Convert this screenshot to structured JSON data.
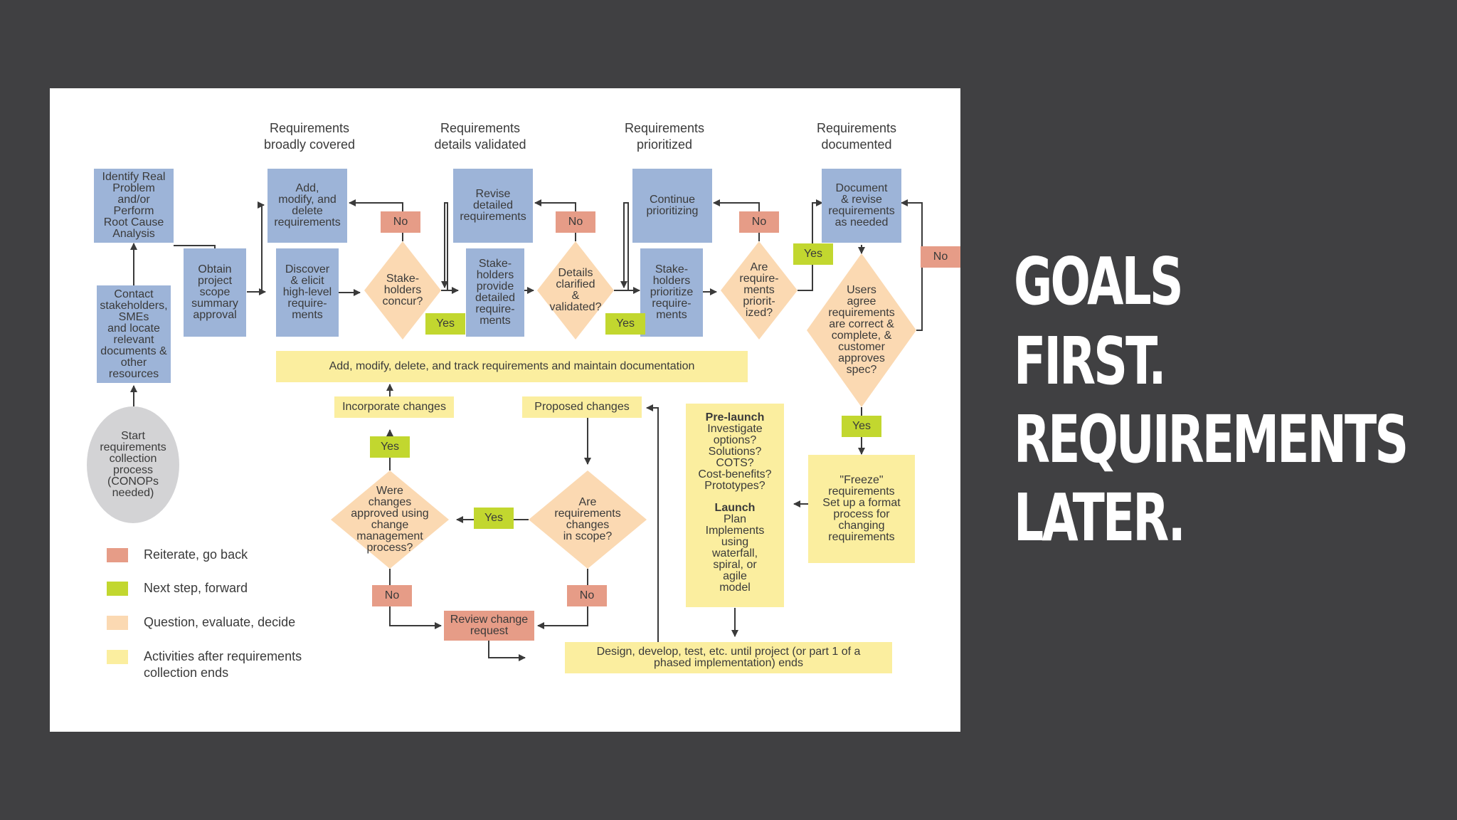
{
  "slide": {
    "heading_1": "GOALS FIRST.",
    "heading_2_line1": "REQUIREMENTS",
    "heading_2_line2": "LATER."
  },
  "flowchart": {
    "headers": {
      "broadly_covered": "Requirements\nbroadly covered",
      "details_validated": "Requirements\ndetails validated",
      "prioritized": "Requirements\nprioritized",
      "documented": "Requirements\ndocumented"
    },
    "nodes": {
      "identify": "Identify Real\nProblem\nand/or\nPerform\nRoot Cause\nAnalysis",
      "contact": "Contact\nstakeholders,\nSMEs\nand locate\nrelevant\ndocuments &\nother\nresources",
      "start": "Start\nrequirements\ncollection\nprocess\n(CONOPs\nneeded)",
      "obtain": "Obtain\nproject\nscope\nsummary\napproval",
      "add_modify": "Add,\nmodify, and\ndelete\nrequirements",
      "discover": "Discover\n& elicit\nhigh-level\nrequire-\nments",
      "concur": "Stake-\nholders\nconcur?",
      "revise": "Revise\ndetailed\nrequirements",
      "provide": "Stake-\nholders\nprovide\ndetailed\nrequire-\nments",
      "clarified": "Details\nclarified\n&\nvalidated?",
      "continue": "Continue\nprioritizing",
      "prioritize": "Stake-\nholders\nprioritize\nrequire-\nments",
      "are_prioritized": "Are\nrequire-\nments\npriorit-\nized?",
      "document": "Document\n& revise\nrequirements\nas needed",
      "users_agree": "Users\nagree\nrequirements\nare correct &\ncomplete, &\ncustomer\napproves\nspec?",
      "track": "Add, modify, delete, and track requirements and maintain documentation",
      "incorporate": "Incorporate changes",
      "proposed": "Proposed changes",
      "were_approved": "Were\nchanges\napproved using\nchange\nmanagement\nprocess?",
      "in_scope": "Are\nrequirements\nchanges\nin scope?",
      "review": "Review change\nrequest",
      "design": "Design, develop, test, etc. until project (or part 1 of a\nphased implementation) ends",
      "freeze": "\"Freeze\"\nrequirements\nSet up a format\nprocess for\nchanging\nrequirements",
      "prelaunch_title": "Pre-launch",
      "prelaunch_body": "Investigate\noptions?\nSolutions?\nCOTS?\nCost-benefits?\nPrototypes?",
      "launch_title": "Launch",
      "launch_body": "Plan\nImplements\nusing\nwaterfall,\nspiral, or\nagile\nmodel"
    },
    "tags": {
      "no": "No",
      "yes": "Yes"
    },
    "legend": {
      "reiterate": "Reiterate, go back",
      "next": "Next step, forward",
      "question": "Question, evaluate, decide",
      "activities": "Activities after requirements\ncollection ends"
    },
    "colors": {
      "process": "#9db4d8",
      "activity": "#fbee9f",
      "decision": "#fbd9b2",
      "back": "#e69c87",
      "forward": "#c2d72f",
      "start": "#d3d3d5",
      "background": "#404042"
    }
  }
}
